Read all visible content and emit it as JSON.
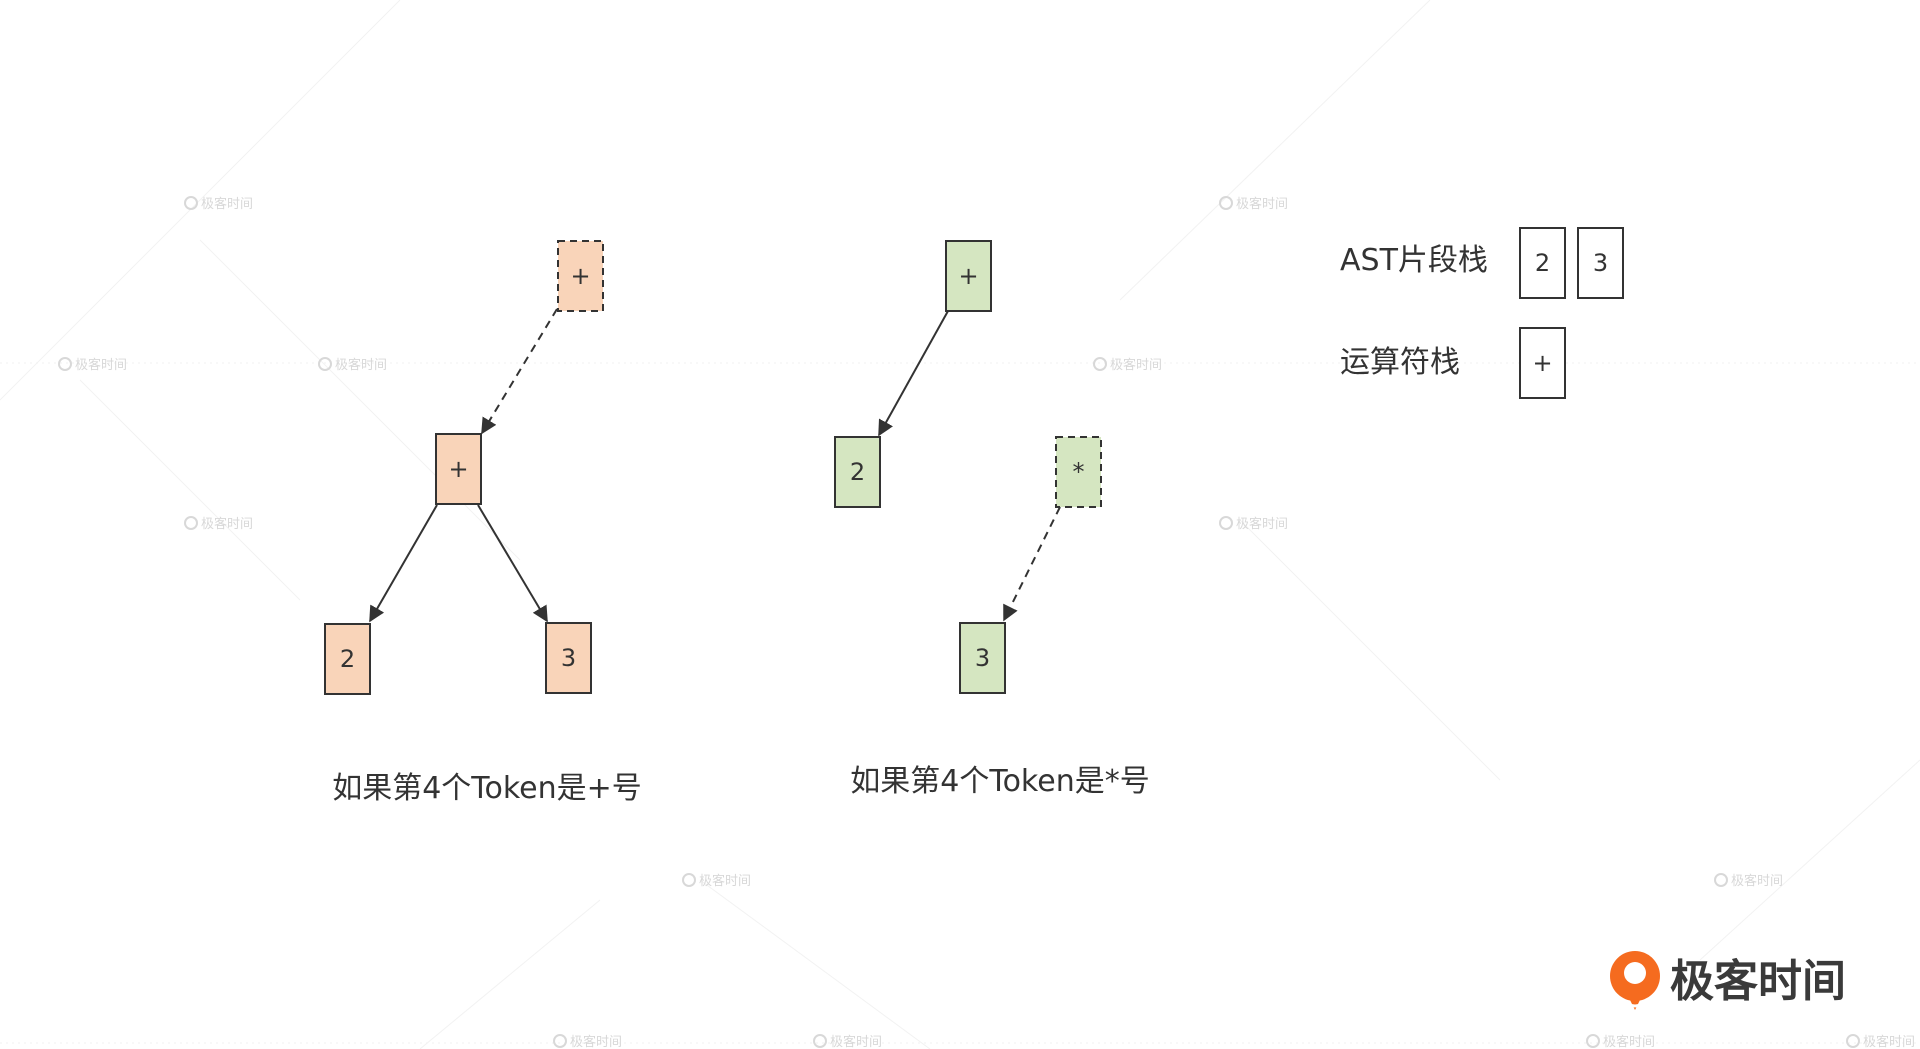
{
  "colors": {
    "orange_fill": "#f9d4b9",
    "green_fill": "#d5e6c1",
    "stack_fill": "#ffffff",
    "stroke": "#333333",
    "logo_accent": "#f56b1f",
    "watermark": "#d8d8d8"
  },
  "left_tree": {
    "caption": "如果第4个Token是+号",
    "nodes": {
      "root": "+",
      "mid": "+",
      "leaf_left": "2",
      "leaf_right": "3"
    }
  },
  "right_tree": {
    "caption": "如果第4个Token是*号",
    "nodes": {
      "root": "+",
      "leaf_left": "2",
      "star": "*",
      "leaf_bottom": "3"
    }
  },
  "stacks": {
    "ast_label": "AST片段栈",
    "ast_items": [
      "2",
      "3"
    ],
    "op_label": "运算符栈",
    "op_items": [
      "+"
    ]
  },
  "logo": {
    "text": "极客时间",
    "icon": "geektime-logo-icon"
  },
  "watermark": {
    "text": "极客时间"
  }
}
